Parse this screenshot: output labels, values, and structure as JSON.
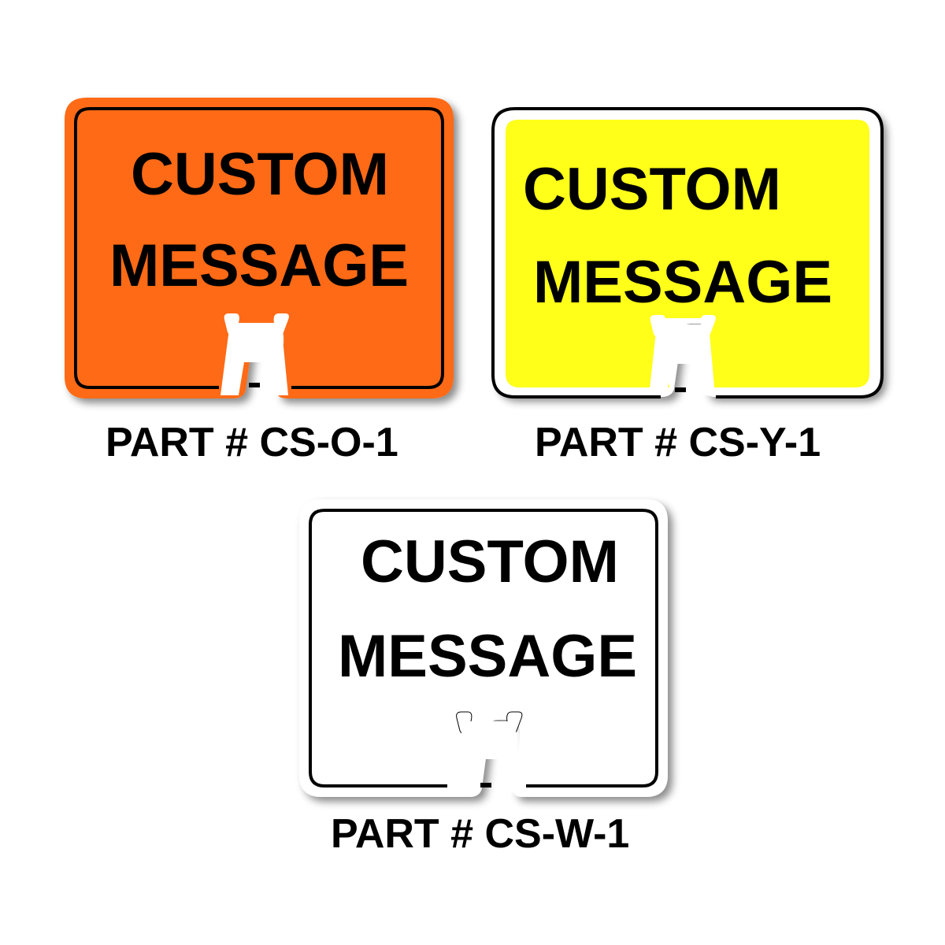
{
  "signs": [
    {
      "id": "orange",
      "line1": "CUSTOM",
      "line2": "MESSAGE",
      "part_number": "PART # CS-O-1",
      "fill_color": "#FF6A13",
      "outline_color": "#FF6A13",
      "border_color": "#000000"
    },
    {
      "id": "yellow",
      "line1": "CUSTOM",
      "line2": "MESSAGE",
      "part_number": "PART # CS-Y-1",
      "fill_color": "#FFFF1A",
      "outline_color": "#FFFFFF",
      "border_color": "#000000"
    },
    {
      "id": "white",
      "line1": "CUSTOM",
      "line2": "MESSAGE",
      "part_number": "PART # CS-W-1",
      "fill_color": "#FFFFFF",
      "outline_color": "#FFFFFF",
      "border_color": "#000000"
    }
  ]
}
